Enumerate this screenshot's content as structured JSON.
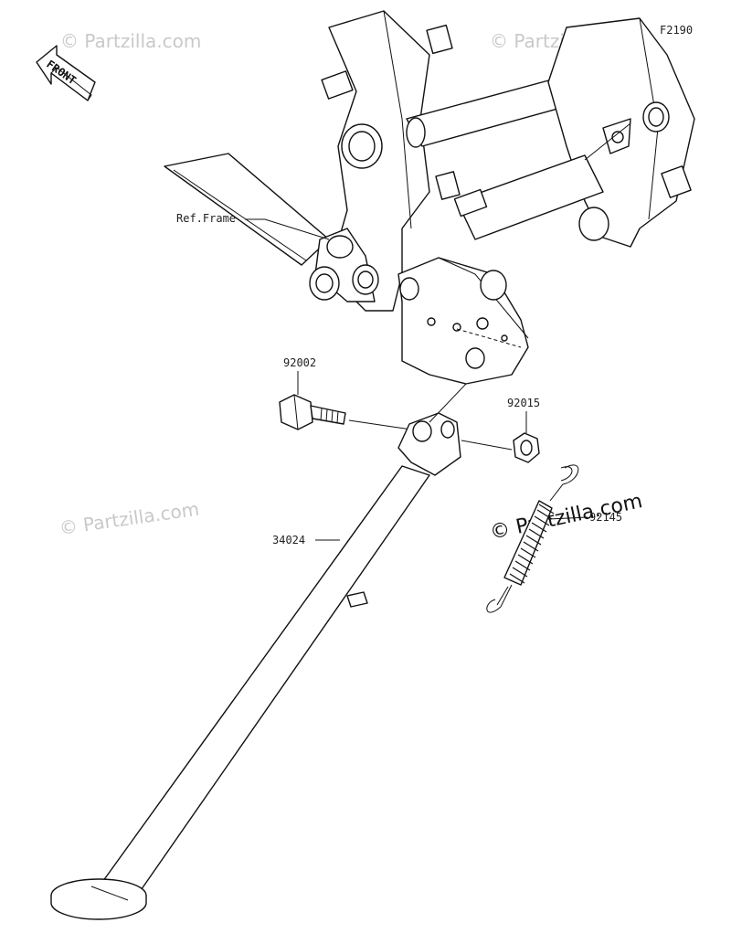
{
  "diagram": {
    "code": "F2190",
    "front_label": "FRONT",
    "labels": {
      "ref_frame": "Ref.Frame",
      "bolt": "92002",
      "nut": "92015",
      "spring": "92145",
      "stand": "34024"
    },
    "watermarks": {
      "tl": "© Partzilla.com",
      "tr": "© Partzilla.com",
      "ml": "© Partzilla.com",
      "spring": "© Partzilla.com"
    }
  }
}
